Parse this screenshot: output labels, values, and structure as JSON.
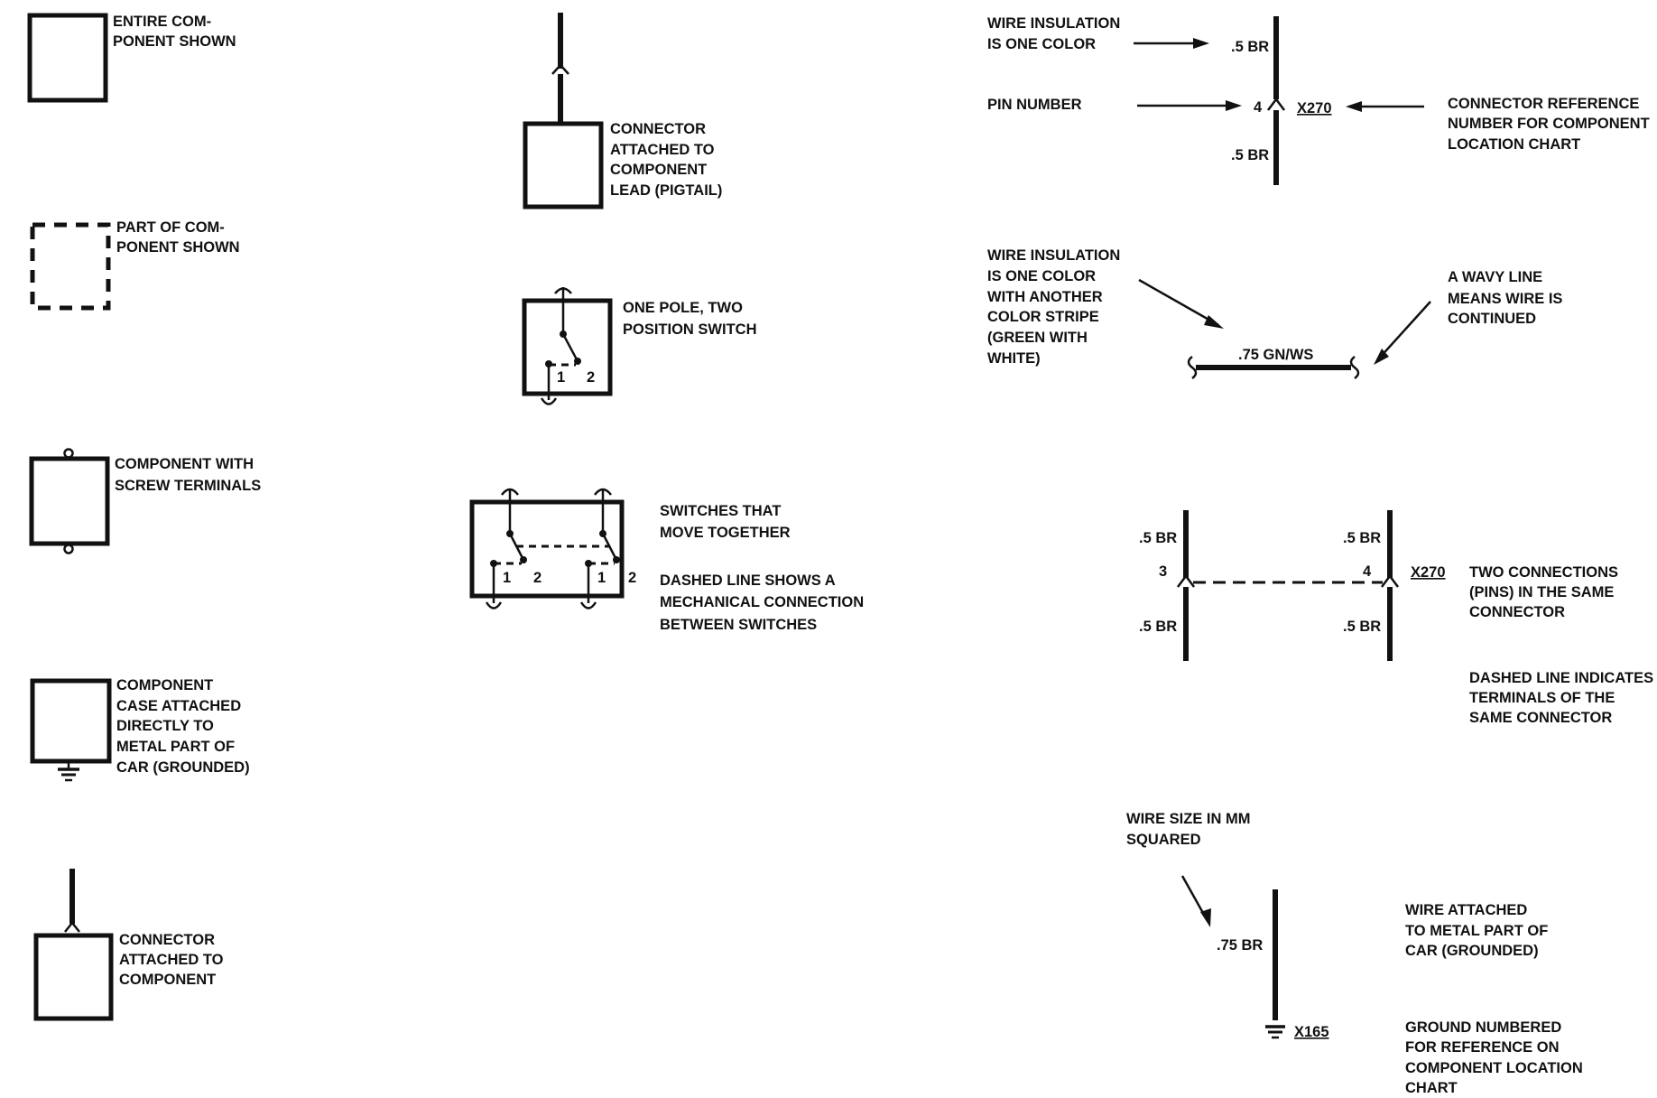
{
  "left_column": {
    "entire_component": [
      "ENTIRE COM-",
      "PONENT SHOWN"
    ],
    "part_component": [
      "PART OF COM-",
      "PONENT SHOWN"
    ],
    "screw_terminals": [
      "COMPONENT WITH",
      "SCREW TERMINALS"
    ],
    "grounded_case": [
      "COMPONENT",
      "CASE ATTACHED",
      "DIRECTLY TO",
      "METAL PART OF",
      "CAR (GROUNDED)"
    ],
    "connector_component": [
      "CONNECTOR",
      "ATTACHED TO",
      "COMPONENT"
    ]
  },
  "middle_column": {
    "pigtail": [
      "CONNECTOR",
      "ATTACHED TO",
      "COMPONENT",
      "LEAD (PIGTAIL)"
    ],
    "one_pole": [
      "ONE POLE, TWO",
      "POSITION SWITCH"
    ],
    "one_pole_positions": [
      "1",
      "2"
    ],
    "together": [
      "SWITCHES THAT",
      "MOVE TOGETHER"
    ],
    "mechanical": [
      "DASHED LINE SHOWS A",
      "MECHANICAL CONNECTION",
      "BETWEEN SWITCHES"
    ],
    "together_positions": [
      "1",
      "2",
      "1",
      "2"
    ]
  },
  "right_column": {
    "insulation_one_color": [
      "WIRE INSULATION",
      "IS ONE COLOR"
    ],
    "pin_number": "PIN NUMBER",
    "connector_reference": [
      "CONNECTOR REFERENCE",
      "NUMBER FOR COMPONENT",
      "LOCATION CHART"
    ],
    "wire_top": ".5 BR",
    "pin": "4",
    "connector_id": "X270",
    "wire_bottom": ".5 BR",
    "insulation_stripe": [
      "WIRE INSULATION",
      "IS ONE COLOR",
      "WITH ANOTHER",
      "COLOR STRIPE",
      "(GREEN WITH",
      "WHITE)"
    ],
    "wavy_line": [
      "A WAVY LINE",
      "MEANS WIRE IS",
      "CONTINUED"
    ],
    "striped_wire": ".75 GN/WS",
    "two_conn": {
      "left_top": ".5 BR",
      "left_pin": "3",
      "left_bottom": ".5 BR",
      "right_top": ".5 BR",
      "right_pin": "4",
      "right_bottom": ".5 BR",
      "connector_id": "X270",
      "description": [
        "TWO CONNECTIONS",
        "(PINS) IN THE SAME",
        "CONNECTOR"
      ],
      "dashed_note": [
        "DASHED LINE INDICATES",
        "TERMINALS OF THE",
        "SAME CONNECTOR"
      ]
    },
    "wire_size": [
      "WIRE SIZE IN MM",
      "SQUARED"
    ],
    "ground_wire": ".75 BR",
    "wire_grounded": [
      "WIRE ATTACHED",
      "TO METAL PART OF",
      "CAR (GROUNDED)"
    ],
    "ground_id": "X165",
    "ground_numbered": [
      "GROUND NUMBERED",
      "FOR REFERENCE ON",
      "COMPONENT LOCATION",
      "CHART"
    ]
  }
}
